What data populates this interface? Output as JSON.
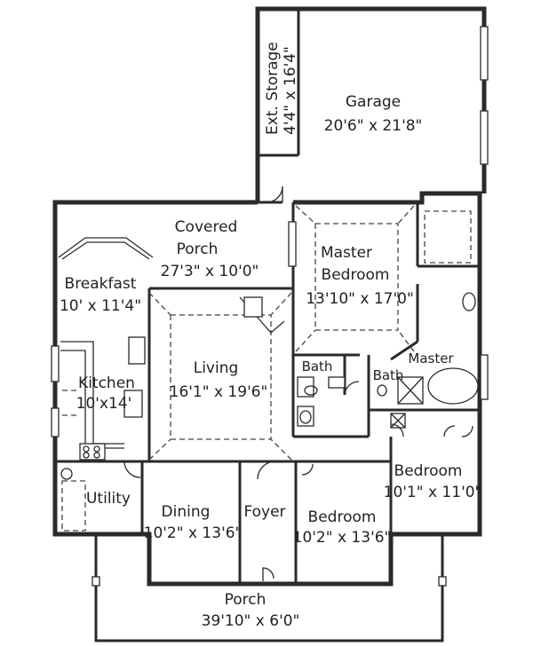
{
  "rooms": {
    "ext_storage": {
      "name": "Ext. Storage",
      "dims": "4'4\" x 16'4\""
    },
    "garage": {
      "name": "Garage",
      "dims": "20'6\" x 21'8\""
    },
    "covered_porch": {
      "name1": "Covered",
      "name2": "Porch",
      "dims": "27'3\" x 10'0\""
    },
    "master_bedroom": {
      "name1": "Master",
      "name2": "Bedroom",
      "dims": "13'10\" x 17'0\""
    },
    "breakfast": {
      "name": "Breakfast",
      "dims": "10' x 11'4\""
    },
    "living": {
      "name": "Living",
      "dims": "16'1\" x 19'6\""
    },
    "kitchen": {
      "name": "Kitchen",
      "dims": "10'x14'"
    },
    "bath1": {
      "name": "Bath"
    },
    "master_bath": {
      "name": "Bath",
      "master": "Master"
    },
    "bedroom_right": {
      "name": "Bedroom",
      "dims": "10'1\" x 11'0\""
    },
    "utility": {
      "name": "Utility"
    },
    "dining": {
      "name": "Dining",
      "dims": "10'2\" x 13'6\""
    },
    "foyer": {
      "name": "Foyer"
    },
    "bedroom_mid": {
      "name": "Bedroom",
      "dims": "10'2\" x 13'6\""
    },
    "porch": {
      "name": "Porch",
      "dims": "39'10\" x 6'0\""
    }
  }
}
